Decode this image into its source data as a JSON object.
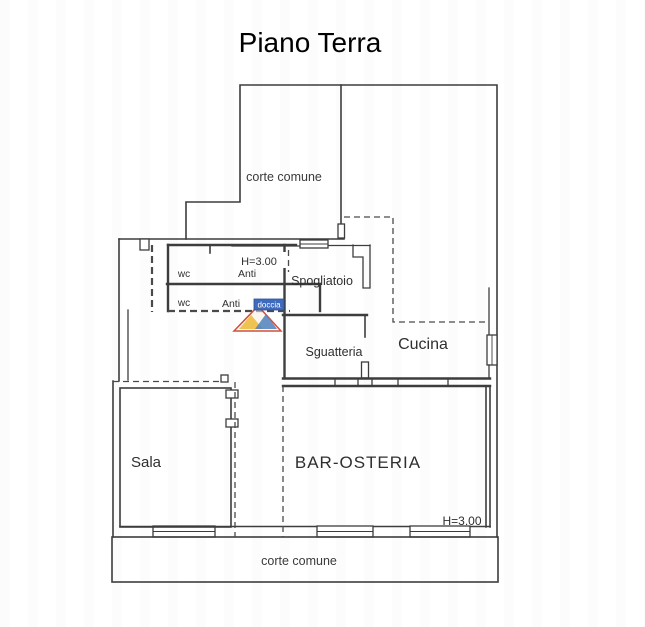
{
  "title": "Piano Terra",
  "labels": {
    "courtyard_top": "corte comune",
    "courtyard_bottom": "corte comune",
    "height_top": "H=3.00",
    "height_bar": "H=3.00",
    "wc_upper": "wc",
    "wc_lower": "wc",
    "anti_upper": "Anti",
    "anti_lower": "Anti",
    "doccia": "doccia",
    "spogliatoio": "Spogliatoio",
    "sguatteria": "Sguatteria",
    "cucina": "Cucina",
    "sala": "Sala",
    "bar": "BAR-OSTERIA"
  },
  "colors": {
    "wall_line": "#3d3d3d",
    "dashed_line": "#4a4a4a",
    "doccia_badge_bg": "#3f6bbf",
    "doccia_badge_text": "#ffffff",
    "logo_red": "#d0503a",
    "logo_yellow": "#edbd3f",
    "logo_blue": "#4f80c0",
    "background": "#ffffff"
  }
}
